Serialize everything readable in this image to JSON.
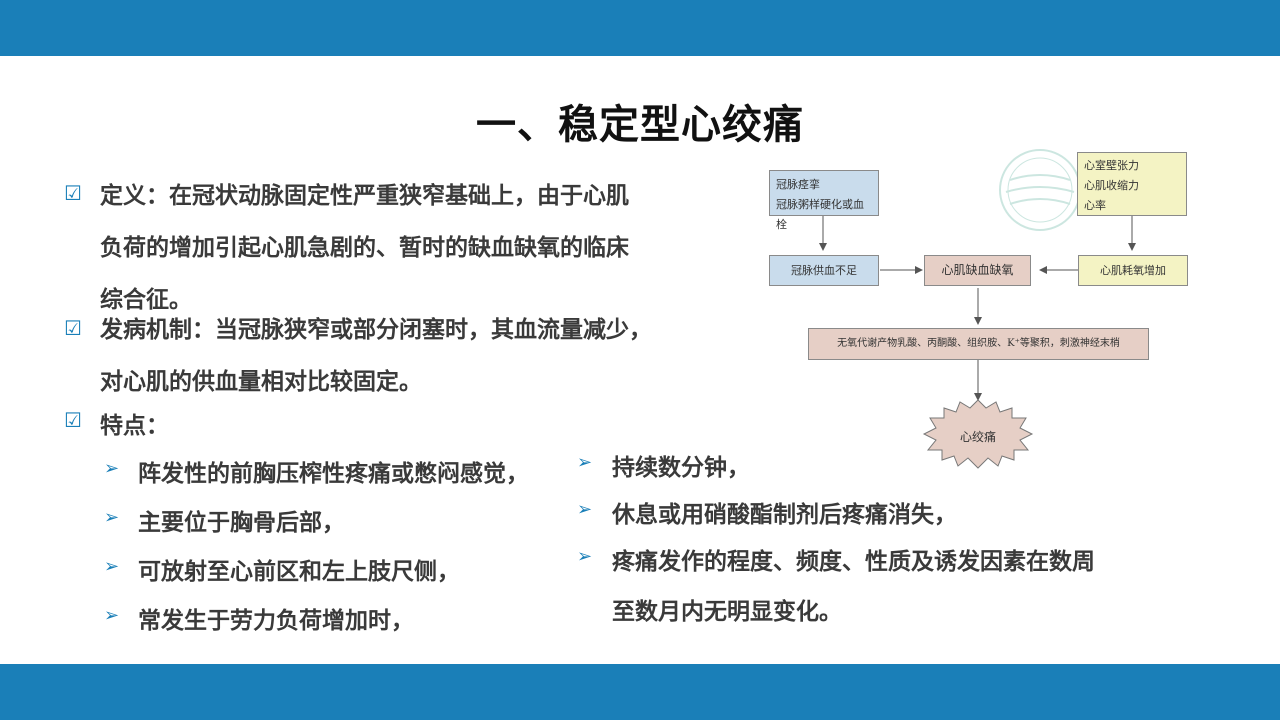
{
  "title": "一、稳定型心绞痛",
  "definition": {
    "line1": "定义：在冠状动脉固定性严重狭窄基础上，由于心肌",
    "line2": "负荷的增加引起心肌急剧的、暂时的缺血缺氧的临床",
    "line3": "综合征。"
  },
  "mechanism": {
    "line1": "发病机制：当冠脉狭窄或部分闭塞时，其血流量减少，",
    "line2": "对心肌的供血量相对比较固定。"
  },
  "features": {
    "heading": "特点：",
    "left_items": [
      "阵发性的前胸压榨性疼痛或憋闷感觉，",
      "主要位于胸骨后部，",
      "可放射至心前区和左上肢尺侧，",
      "常发生于劳力负荷增加时，"
    ],
    "right_items": [
      "持续数分钟，",
      "休息或用硝酸酯制剂后疼痛消失，",
      "疼痛发作的程度、频度、性质及诱发因素在数周"
    ],
    "right_item3_cont": "至数月内无明显变化。"
  },
  "flowchart": {
    "box_left_top": [
      "冠脉痉挛",
      "冠脉粥样硬化或血栓"
    ],
    "box_right_top": [
      "心室壁张力",
      "心肌收缩力",
      "心率"
    ],
    "box_left_mid": "冠脉供血不足",
    "box_center": "心肌缺血缺氧",
    "box_right_mid": "心肌耗氧增加",
    "box_wide": "无氧代谢产物乳酸、丙酮酸、组织胺、K⁺等聚积，刺激神经末梢",
    "star": "心绞痛"
  },
  "colors": {
    "accent": "#1a7fb8",
    "text": "#3a3a3a"
  },
  "icons": {
    "checkbox": "☑",
    "arrow": "➢"
  }
}
